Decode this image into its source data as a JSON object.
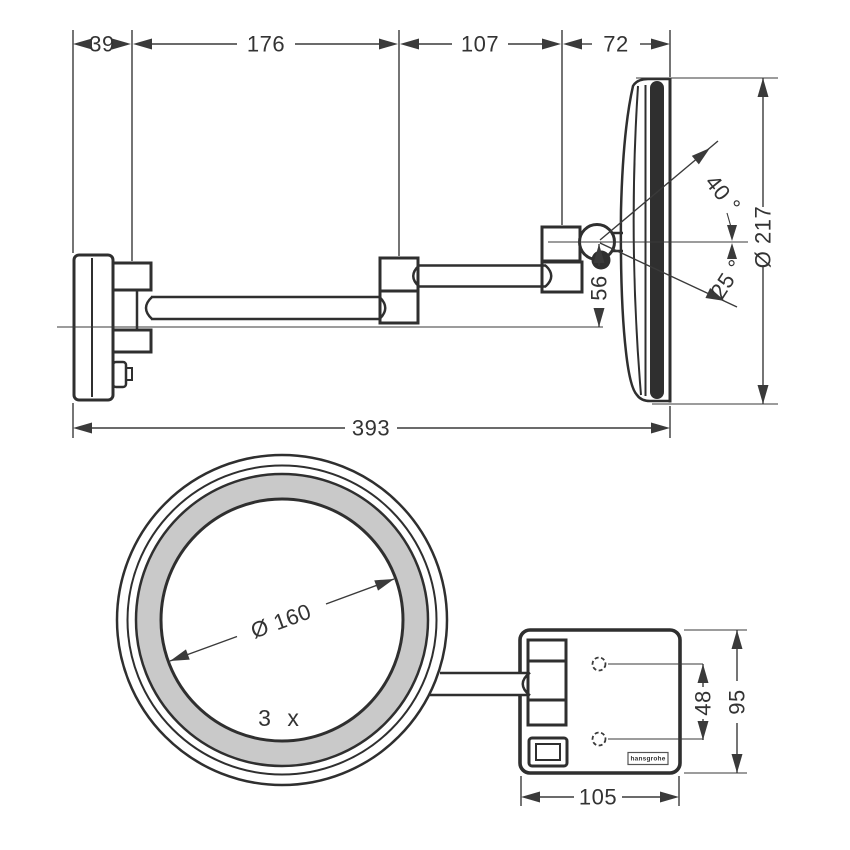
{
  "side_view": {
    "dim_wall_to_bracket": "39",
    "dim_bracket_to_joint1": "176",
    "dim_joint1_to_joint2": "107",
    "dim_joint2_to_mirror": "72",
    "dim_total_reach": "393",
    "dim_mirror_diameter": "Ø 217",
    "dim_drop": "56",
    "angle_up": "40 °",
    "angle_down": "25 °"
  },
  "front_view": {
    "dim_inner_diameter": "Ø 160",
    "magnification": "3 x",
    "dim_box_width": "105",
    "dim_hole_spacing": "48",
    "dim_box_height": "95",
    "brand": "hansgrohe"
  },
  "colors": {
    "line": "#3a3a3a",
    "outline": "#2f2f2f",
    "ring_gray": "#c9c9c9",
    "background": "#ffffff"
  }
}
